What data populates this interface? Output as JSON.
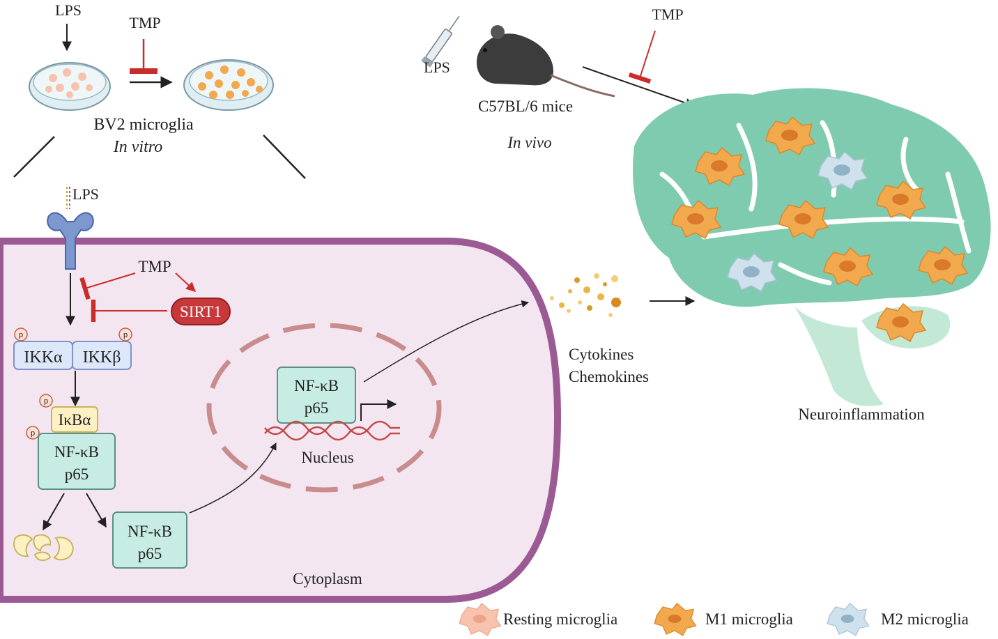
{
  "invitro": {
    "lps": "LPS",
    "tmp": "TMP",
    "cell_line": "BV2 microglia",
    "mode": "In vitro"
  },
  "invivo": {
    "lps": "LPS",
    "tmp": "TMP",
    "strain": "C57BL/6 mice",
    "mode": "In vivo"
  },
  "pathway": {
    "lps": "LPS",
    "tmp": "TMP",
    "sirt1": "SIRT1",
    "ikk_alpha": "IKKα",
    "ikk_beta": "IKKβ",
    "ikb_alpha": "IκBα",
    "phospho": "p",
    "nfkb_line1": "NF-κB",
    "nfkb_line2": "p65",
    "nucleus": "Nucleus",
    "cytoplasm": "Cytoplasm"
  },
  "output": {
    "cytokines": "Cytokines",
    "chemokines": "Chemokines",
    "neuroinflammation": "Neuroinflammation"
  },
  "legend": {
    "resting": "Resting microglia",
    "m1": "M1 microglia",
    "m2": "M2 microglia"
  },
  "colors": {
    "inhibit": "#cc2b2b",
    "cell_fill": "#f4e6f1",
    "cell_border": "#9b5a94",
    "nfkb_box": "#c7ece3",
    "brain": "#7fcbb0",
    "brain_light": "#c4e8d6",
    "m1_cell": "#f2a84c",
    "m2_cell": "#cfe1ec",
    "resting_cell": "#f7c3ae",
    "sirt1": "#c8383b"
  }
}
